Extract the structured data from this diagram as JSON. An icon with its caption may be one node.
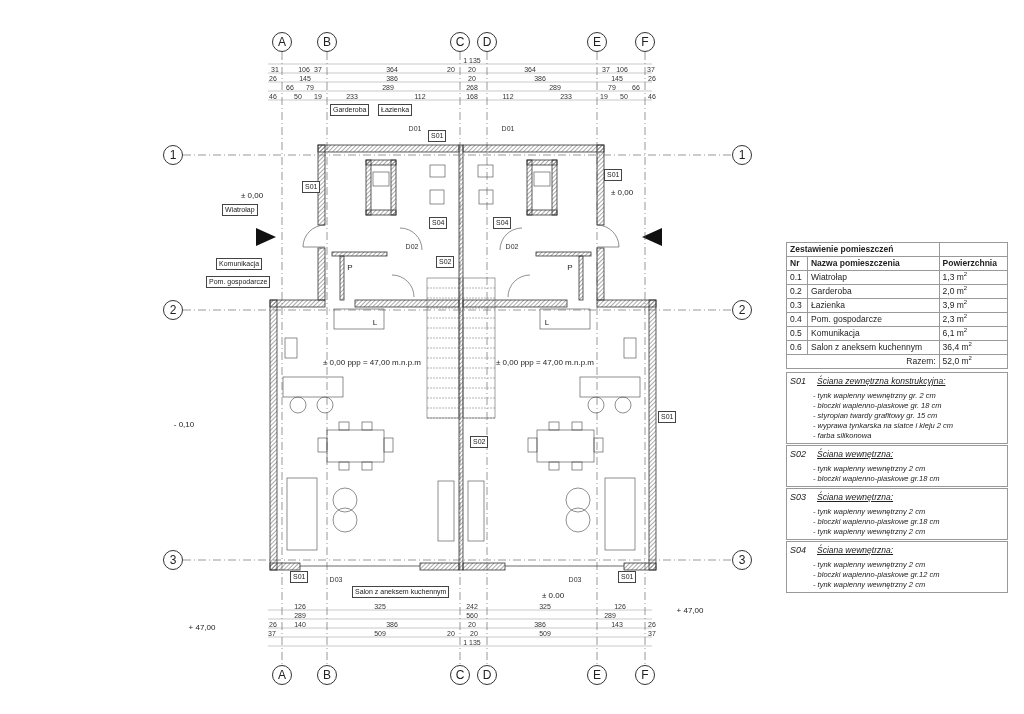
{
  "diagram": {
    "nodes": [
      {
        "text": [
          "A"
        ]
      },
      {
        "text": [
          "B"
        ]
      },
      {
        "text": [
          "C"
        ]
      },
      {
        "text": [
          "D"
        ]
      },
      {
        "text": [
          "E"
        ]
      },
      {
        "text": [
          "F"
        ]
      },
      {
        "text": [
          "A"
        ]
      },
      {
        "text": [
          "B"
        ]
      },
      {
        "text": [
          "C"
        ]
      },
      {
        "text": [
          "D"
        ]
      },
      {
        "text": [
          "E"
        ]
      },
      {
        "text": [
          "F"
        ]
      },
      {
        "text": [
          "1"
        ]
      },
      {
        "text": [
          "2"
        ]
      },
      {
        "text": [
          "3"
        ]
      },
      {
        "text": [
          "1"
        ]
      },
      {
        "text": [
          "2"
        ]
      },
      {
        "text": [
          "3"
        ]
      },
      {
        "text": [
          "Garderoba"
        ]
      },
      {
        "text": [
          "Łazienka"
        ]
      },
      {
        "text": [
          "Wiatrołap"
        ]
      },
      {
        "text": [
          "Komunikacja"
        ]
      },
      {
        "text": [
          "Pom. gospodarcze"
        ]
      },
      {
        "text": [
          "Salon z aneksem kuchennym"
        ]
      },
      {
        "text": [
          "S01"
        ]
      },
      {
        "text": [
          "S01"
        ]
      },
      {
        "text": [
          "S01"
        ]
      },
      {
        "text": [
          "S04"
        ]
      },
      {
        "text": [
          "S04"
        ]
      },
      {
        "text": [
          "S02"
        ]
      },
      {
        "text": [
          "S02"
        ]
      },
      {
        "text": [
          "S01"
        ]
      },
      {
        "text": [
          "S01"
        ]
      },
      {
        "text": [
          "S01"
        ]
      }
    ],
    "edges": [
      {
        "from": 0,
        "to": 6,
        "arrow": "none",
        "style": "dashed"
      },
      {
        "from": 1,
        "to": 7,
        "arrow": "none",
        "style": "dashed"
      },
      {
        "from": 2,
        "to": 8,
        "arrow": "none",
        "style": "dashed"
      },
      {
        "from": 3,
        "to": 9,
        "arrow": "none",
        "style": "dashed"
      },
      {
        "from": 4,
        "to": 10,
        "arrow": "none",
        "style": "dashed"
      },
      {
        "from": 5,
        "to": 11,
        "arrow": "none",
        "style": "dashed"
      },
      {
        "from": 12,
        "to": 15,
        "arrow": "none",
        "style": "dashed"
      },
      {
        "from": 13,
        "to": 16,
        "arrow": "none",
        "style": "dashed"
      },
      {
        "from": 14,
        "to": 17,
        "arrow": "none",
        "style": "dashed"
      }
    ],
    "labels": [
      "1 135",
      "31",
      "106",
      "37",
      "364",
      "20",
      "20",
      "364",
      "37",
      "106",
      "37",
      "26",
      "145",
      "386",
      "20",
      "386",
      "145",
      "26",
      "66",
      "79",
      "289",
      "268",
      "289",
      "79",
      "66",
      "46",
      "50",
      "19",
      "233",
      "112",
      "168",
      "112",
      "233",
      "19",
      "50",
      "46",
      "± 0,00",
      "± 0,00",
      "- 0,10",
      "± 0,00 ppp = 47,00 m.n.p.m",
      "± 0,00 ppp = 47,00 m.n.p.m",
      "± 0.00",
      "+ 47,00",
      "+ 47,00",
      "D01",
      "D01",
      "D02",
      "D02",
      "D03",
      "D03",
      "P",
      "P",
      "L",
      "L",
      "126",
      "325",
      "242",
      "325",
      "126",
      "289",
      "560",
      "289",
      "26",
      "140",
      "386",
      "20",
      "386",
      "143",
      "26",
      "37",
      "509",
      "20",
      "20",
      "509",
      "37",
      "1 135",
      "Zestawienie pomieszczeń",
      "Nr",
      "Nazwa pomieszczenia",
      "Powierzchnia",
      "0.1",
      "Wiatrołap",
      "1,3 m$^{2}$",
      "0.2",
      "Garderoba",
      "2,0 m$^{2}$",
      "0.3",
      "Łazienka",
      "3,9 m$^{2}$",
      "0.4",
      "Pom. gospodarcze",
      "2,3 m$^{2}$",
      "0.5",
      "Komunikacja",
      "6,1 m$^{2}$",
      "0.6",
      "Salon z aneksem kuchennym",
      "36,4 m$^{2}$",
      "Razem:",
      "52,0 m$^{2}$",
      "S01",
      "Ściana zewnętrzna konstrukcyjna:",
      "- tynk wapienny wewnętrzny gr. 2 cm",
      "- bloczki wapienno-piaskowe gr. 18 cm",
      "- styropian twardy grafitowy gr. 15 cm",
      "- wyprawa tynkarska na siatce i kleju 2 cm",
      "- farba silikonowa",
      "S02",
      "Ściana wewnętrzna:",
      "- tynk wapienny wewnętrzny 2 cm",
      "- bloczki wapienno-piaskowe gr.18 cm",
      "S03",
      "Ściana wewnętrzna:",
      "- tynk wapienny wewnętrzny 2 cm",
      "- bloczki wapienno-piaskowe gr.18 cm",
      "- tynk wapienny wewnętrzny 2 cm",
      "S04",
      "Ściana wewnętrzna:",
      "- tynk wapienny wewnętrzny 2 cm",
      "- bloczki wapienno-piaskowe gr.12 cm",
      "- tynk wapienny wewnętrzny 2 cm"
    ]
  }
}
